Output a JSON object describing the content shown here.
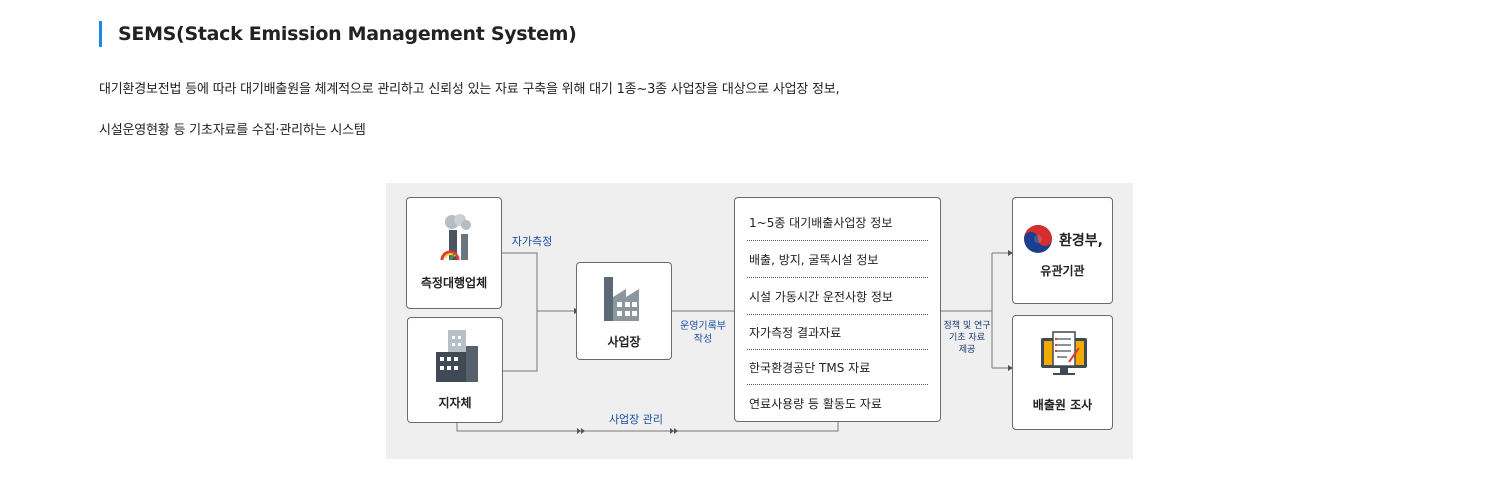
{
  "header": {
    "title": "SEMS(Stack Emission Management System)",
    "description_line1": "대기환경보전법 등에 따라 대기배출원을 체계적으로 관리하고 신뢰성 있는 자료 구축을 위해 대기 1종~3종 사업장을 대상으로 사업장 정보,",
    "description_line2": "시설운영현황 등 기초자료를 수집·관리하는 시스템"
  },
  "diagram": {
    "measurement_agency": {
      "label": "측정대행업체",
      "icon": "smokestack-icon"
    },
    "local_government": {
      "label": "지자체",
      "icon": "building-icon"
    },
    "workplace": {
      "label": "사업장",
      "icon": "factory-icon"
    },
    "flows": {
      "self_measurement": "자가측정",
      "operation_record_line1": "운영기록부",
      "operation_record_line2": "작성",
      "workplace_management": "사업장 관리",
      "policy_line1": "정책 및 연구",
      "policy_line2": "기초 자료",
      "policy_line3": "제공"
    },
    "info_items": [
      "1~5종 대기배출사업장 정보",
      "배출, 방지, 굴뚝시설 정보",
      "시설 가동시간 운전사항 정보",
      "자가측정 결과자료",
      "한국환경공단 TMS 자료",
      "연료사용량 등 활동도 자료"
    ],
    "ministry": {
      "line1": "환경부,",
      "line2": "유관기관",
      "icon": "korea-emblem-icon"
    },
    "emission_survey": {
      "label": "배출원 조사",
      "icon": "survey-monitor-icon"
    }
  },
  "colors": {
    "accent": "#1e88e5",
    "flow_text": "#1a4fa0",
    "diagram_bg": "#efefef",
    "icon_dark": "#4a5560"
  }
}
